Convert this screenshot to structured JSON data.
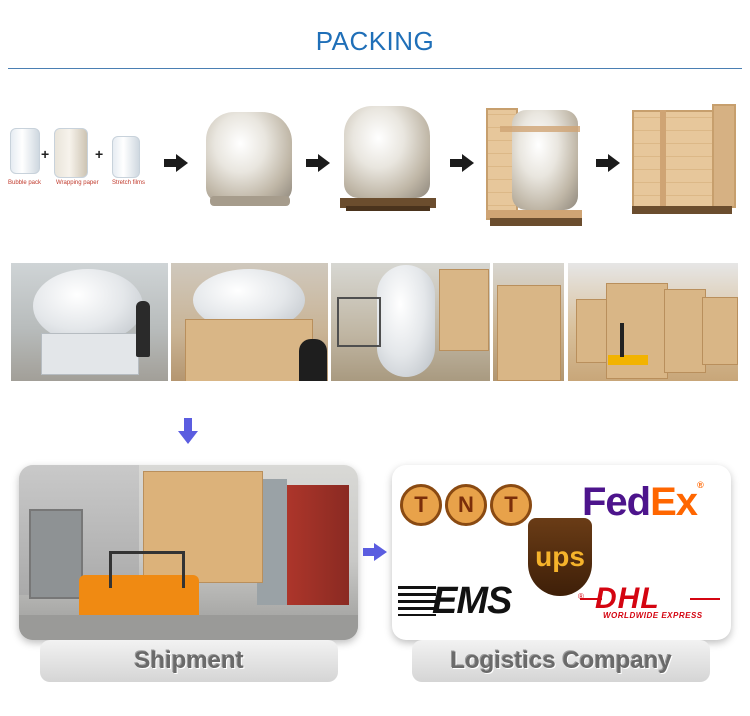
{
  "header": {
    "title": "PACKING"
  },
  "materials": [
    {
      "label": "Bubble pack"
    },
    {
      "label": "Wrapping paper"
    },
    {
      "label": "Stretch films"
    }
  ],
  "plus_symbol": "+",
  "colors": {
    "title": "#1f6fb8",
    "accent_arrow": "#5b5de0",
    "fedex_purple": "#4d148c",
    "fedex_orange": "#ff6600",
    "dhl_red": "#d40511",
    "ups_gold": "#f5b32b"
  },
  "panels": {
    "shipment": {
      "label": "Shipment"
    },
    "logistics": {
      "label": "Logistics Company"
    }
  },
  "logos": {
    "tnt": [
      "T",
      "N",
      "T"
    ],
    "fedex_fe": "Fed",
    "fedex_ex": "Ex",
    "fedex_reg": "®",
    "ups": "ups",
    "ems": "EMS",
    "dhl": "DHL",
    "dhl_sub": "WORLDWIDE EXPRESS",
    "dhl_reg": "®"
  }
}
